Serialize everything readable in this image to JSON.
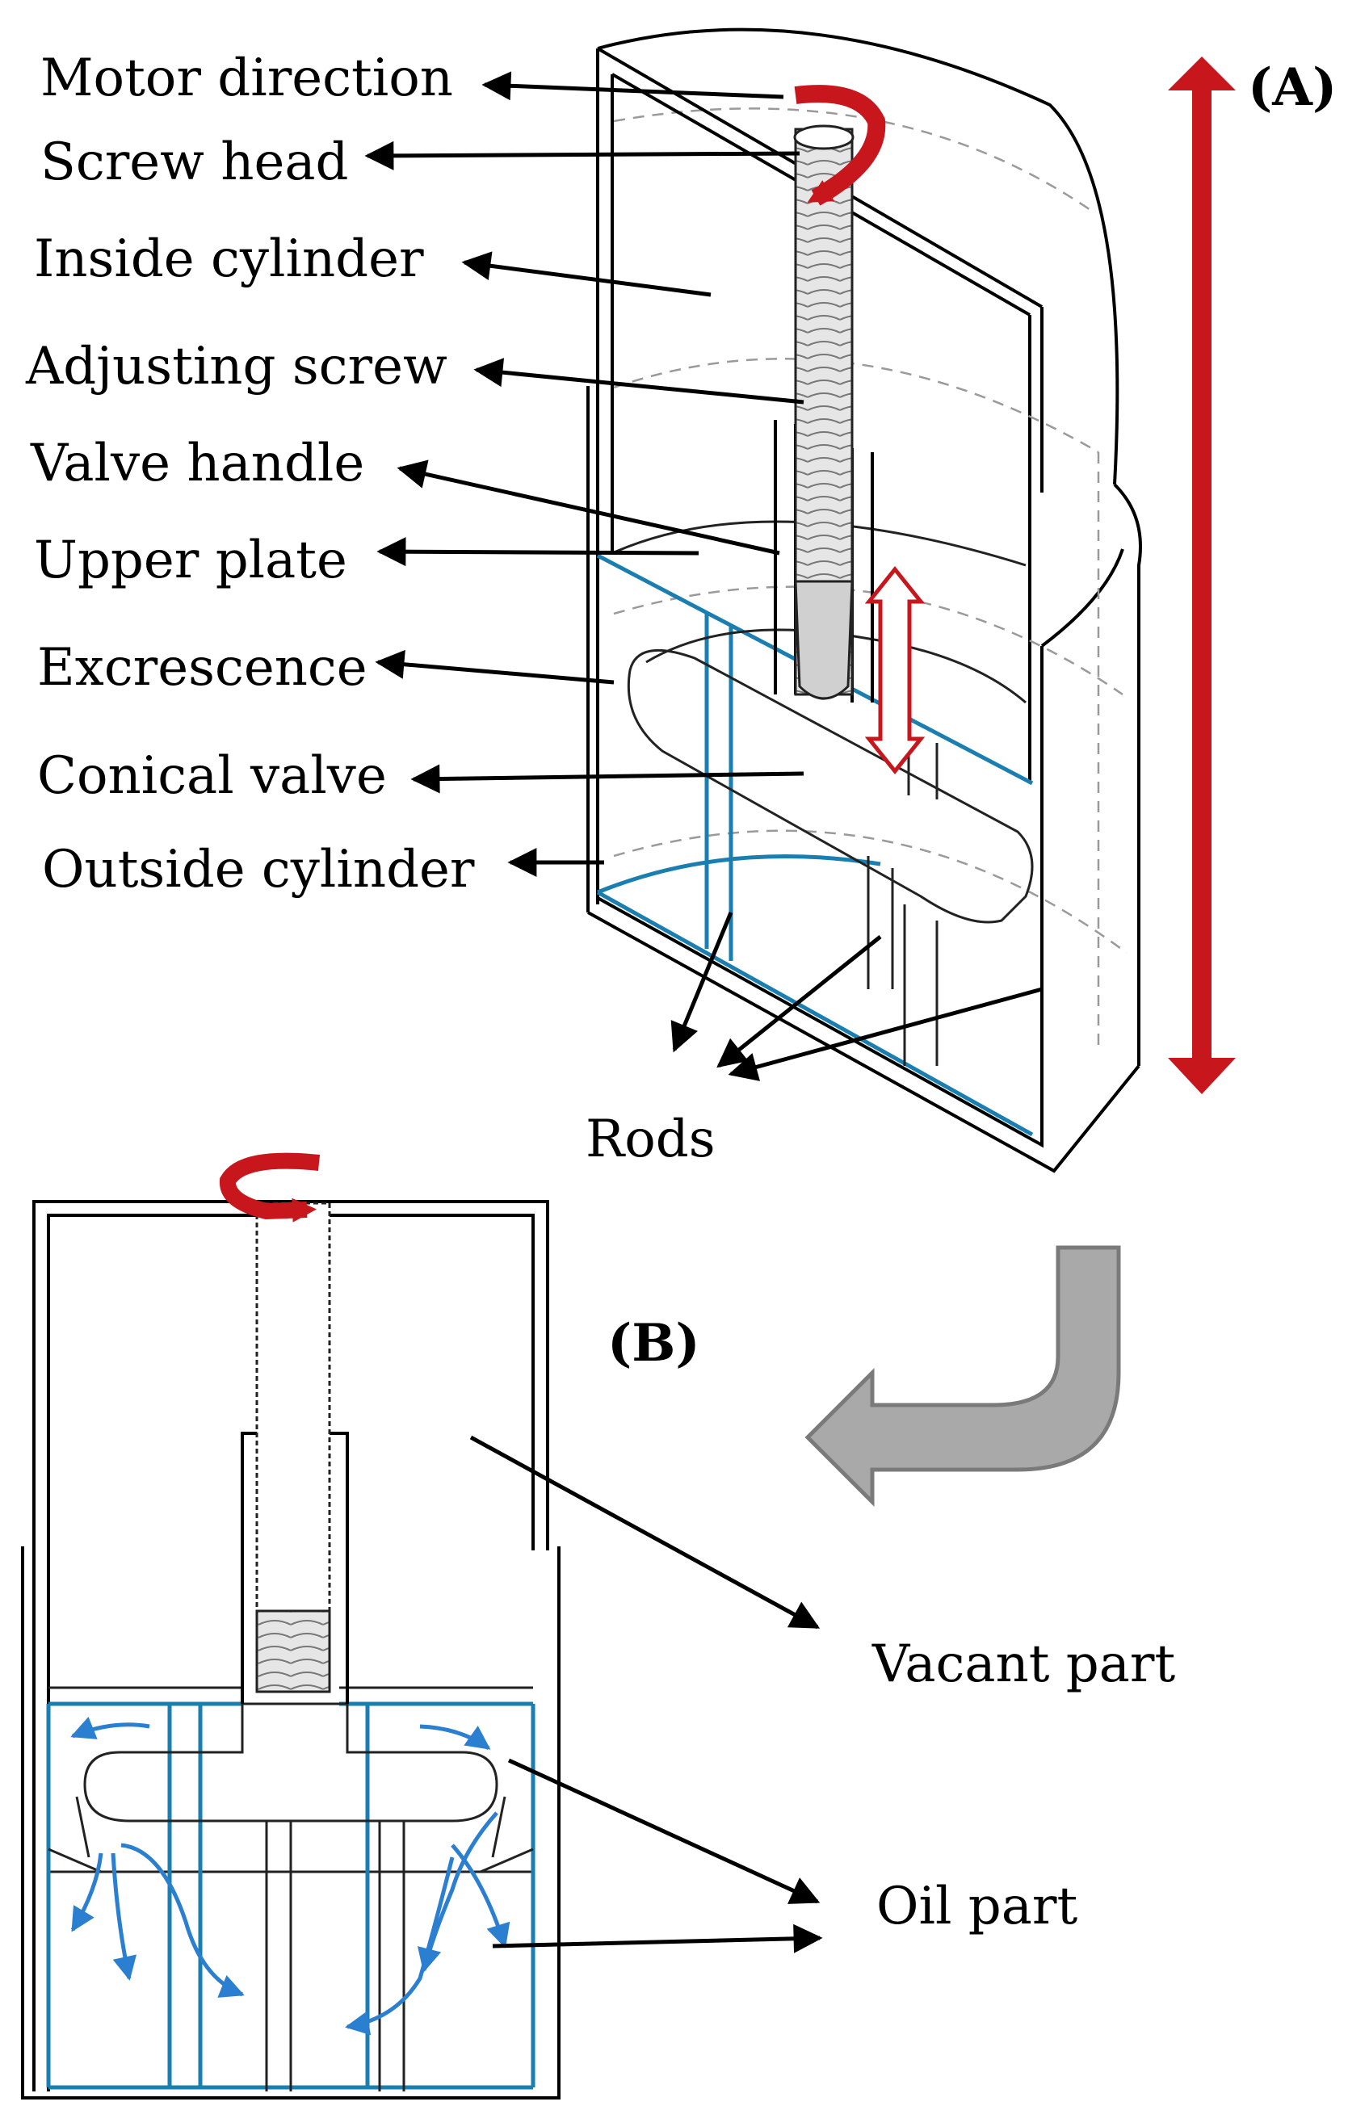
{
  "panel_a": {
    "tag": "(A)",
    "labels": {
      "motor_direction": "Motor direction",
      "screw_head": "Screw head",
      "inside_cylinder": "Inside cylinder",
      "adjusting_screw": "Adjusting screw",
      "valve_handle": "Valve handle",
      "upper_plate": "Upper plate",
      "excrescence": "Excrescence",
      "conical_valve": "Conical valve",
      "outside_cylinder": "Outside cylinder",
      "rods": "Rods"
    }
  },
  "panel_b": {
    "tag": "(B)",
    "labels": {
      "vacant_part": "Vacant part",
      "oil_part": "Oil part"
    }
  },
  "colors": {
    "rotation_arrow": "#c8161d",
    "motion_arrow": "#c8161d",
    "oil_boundary": "#1a7fb0",
    "oil_flow": "#2b7fd0",
    "transition_arrow": "#a9a9a9"
  }
}
